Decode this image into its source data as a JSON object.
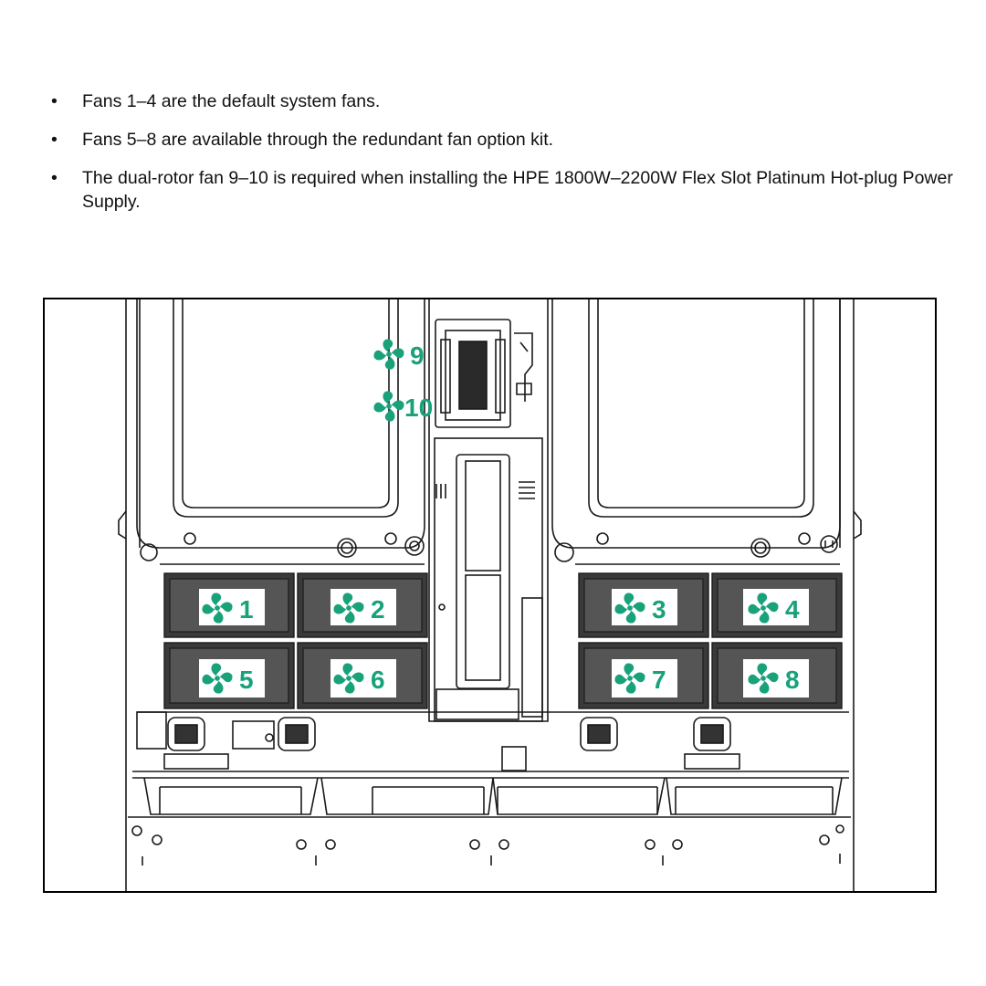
{
  "bullets": [
    {
      "bullet": "•",
      "text": "Fans 1–4 are the default system fans."
    },
    {
      "bullet": "•",
      "text": "Fans 5–8 are available through the redundant fan option kit."
    },
    {
      "bullet": "•",
      "text": "The dual-rotor fan 9–10 is required when installing the HPE 1800W–2200W Flex Slot Platinum Hot-plug Power Supply."
    }
  ],
  "fans": [
    {
      "label": "1",
      "icon": "fan-icon"
    },
    {
      "label": "2",
      "icon": "fan-icon"
    },
    {
      "label": "3",
      "icon": "fan-icon"
    },
    {
      "label": "4",
      "icon": "fan-icon"
    },
    {
      "label": "5",
      "icon": "fan-icon"
    },
    {
      "label": "6",
      "icon": "fan-icon"
    },
    {
      "label": "7",
      "icon": "fan-icon"
    },
    {
      "label": "8",
      "icon": "fan-icon"
    },
    {
      "label": "9",
      "icon": "fan-icon"
    },
    {
      "label": "10",
      "icon": "fan-icon"
    }
  ],
  "colors": {
    "fan_accent": "#19a27a",
    "line": "#1a1a1a",
    "frame": "#000000"
  }
}
